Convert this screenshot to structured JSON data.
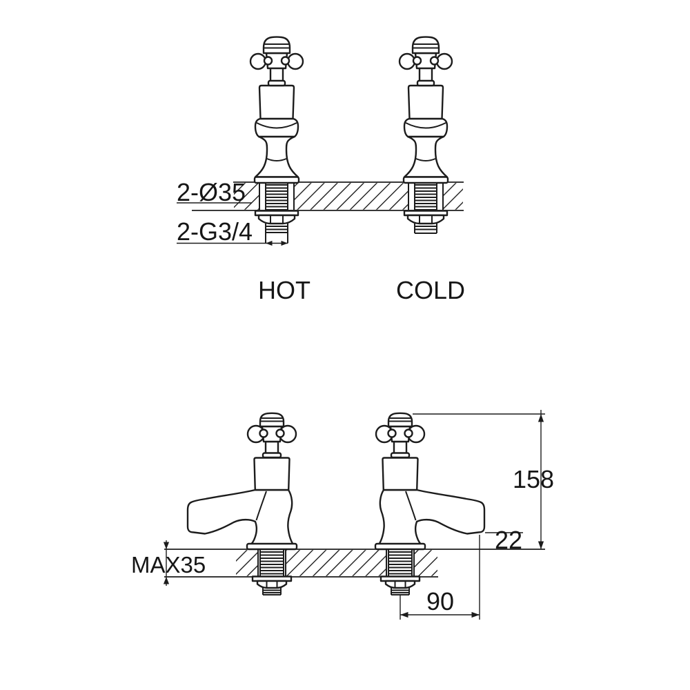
{
  "top_view": {
    "hole_diameter_label": "2-Ø35",
    "tail_thread_label": "2-G3/4",
    "hot_label": "HOT",
    "cold_label": "COLD"
  },
  "side_view": {
    "overall_height": "158",
    "spout_tip_height": "22",
    "max_deck_thickness": "MAX35",
    "spout_reach": "90"
  }
}
